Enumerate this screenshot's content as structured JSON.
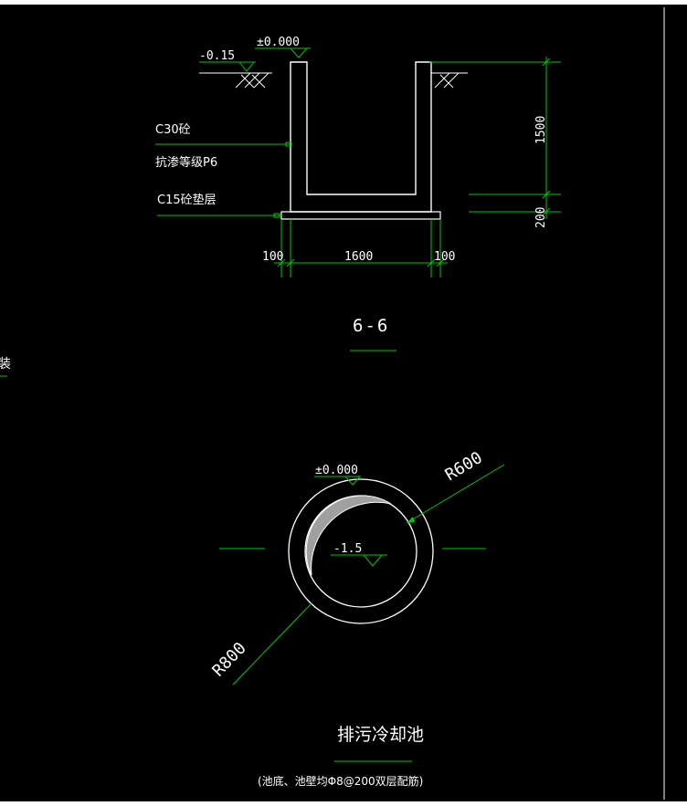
{
  "colors": {
    "background": "#000000",
    "frame": "#ffffff",
    "geometry": "#ffffff",
    "leader": "#00c800",
    "text": "#ffffff",
    "fill": "#a0a0a0"
  },
  "section_6_6": {
    "elev_ground": "-0.15",
    "elev_top": "±0.000",
    "note_concrete": "C30砼",
    "note_impermeability": "抗渗等级P6",
    "note_cushion": "C15砼垫层",
    "dim_wall_height": "1500",
    "dim_cushion": "200",
    "dim_left": "100",
    "dim_width": "1600",
    "dim_right": "100",
    "section_title": "6-6"
  },
  "plan_view": {
    "elev_top": "±0.000",
    "elev_bottom": "-1.5",
    "radius_inner": "R600",
    "radius_outer": "R800",
    "title": "排污冷却池",
    "note": "(池底、池壁均Φ8@200双层配筋)"
  },
  "edge_label": "装"
}
